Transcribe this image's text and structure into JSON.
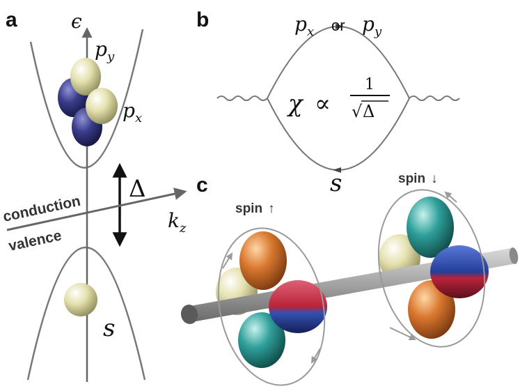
{
  "panels": {
    "a": "a",
    "b": "b",
    "c": "c"
  },
  "panel_a": {
    "energy_axis": "ϵ",
    "p_y": "p",
    "p_y_sub": "y",
    "p_x": "p",
    "p_x_sub": "x",
    "gap": "Δ",
    "k_axis": "k",
    "k_sub": "z",
    "conduction": "conduction",
    "valence": "valence",
    "s": "s"
  },
  "panel_b": {
    "top_p1": "p",
    "top_p1_sub": "x",
    "or": "or",
    "top_p2": "p",
    "top_p2_sub": "y",
    "chi": "χ",
    "propto": "∝",
    "numerator": "1",
    "sqrt": "√",
    "delta": "Δ",
    "bottom_s": "s"
  },
  "panel_c": {
    "spin_up_label": "spin",
    "spin_up_arrow": "↑",
    "spin_down_label": "spin",
    "spin_down_arrow": "↓"
  },
  "colors": {
    "orbital_s": "#e7e4b4",
    "orbital_p_light": "#e8e6b8",
    "orbital_p_dark": "#3a3c8a",
    "orange": "#d9782f",
    "teal": "#2f9f9a",
    "red": "#c0283f",
    "blue": "#2a4aa0",
    "rod": "#a9a9a9",
    "line": "#777777"
  }
}
